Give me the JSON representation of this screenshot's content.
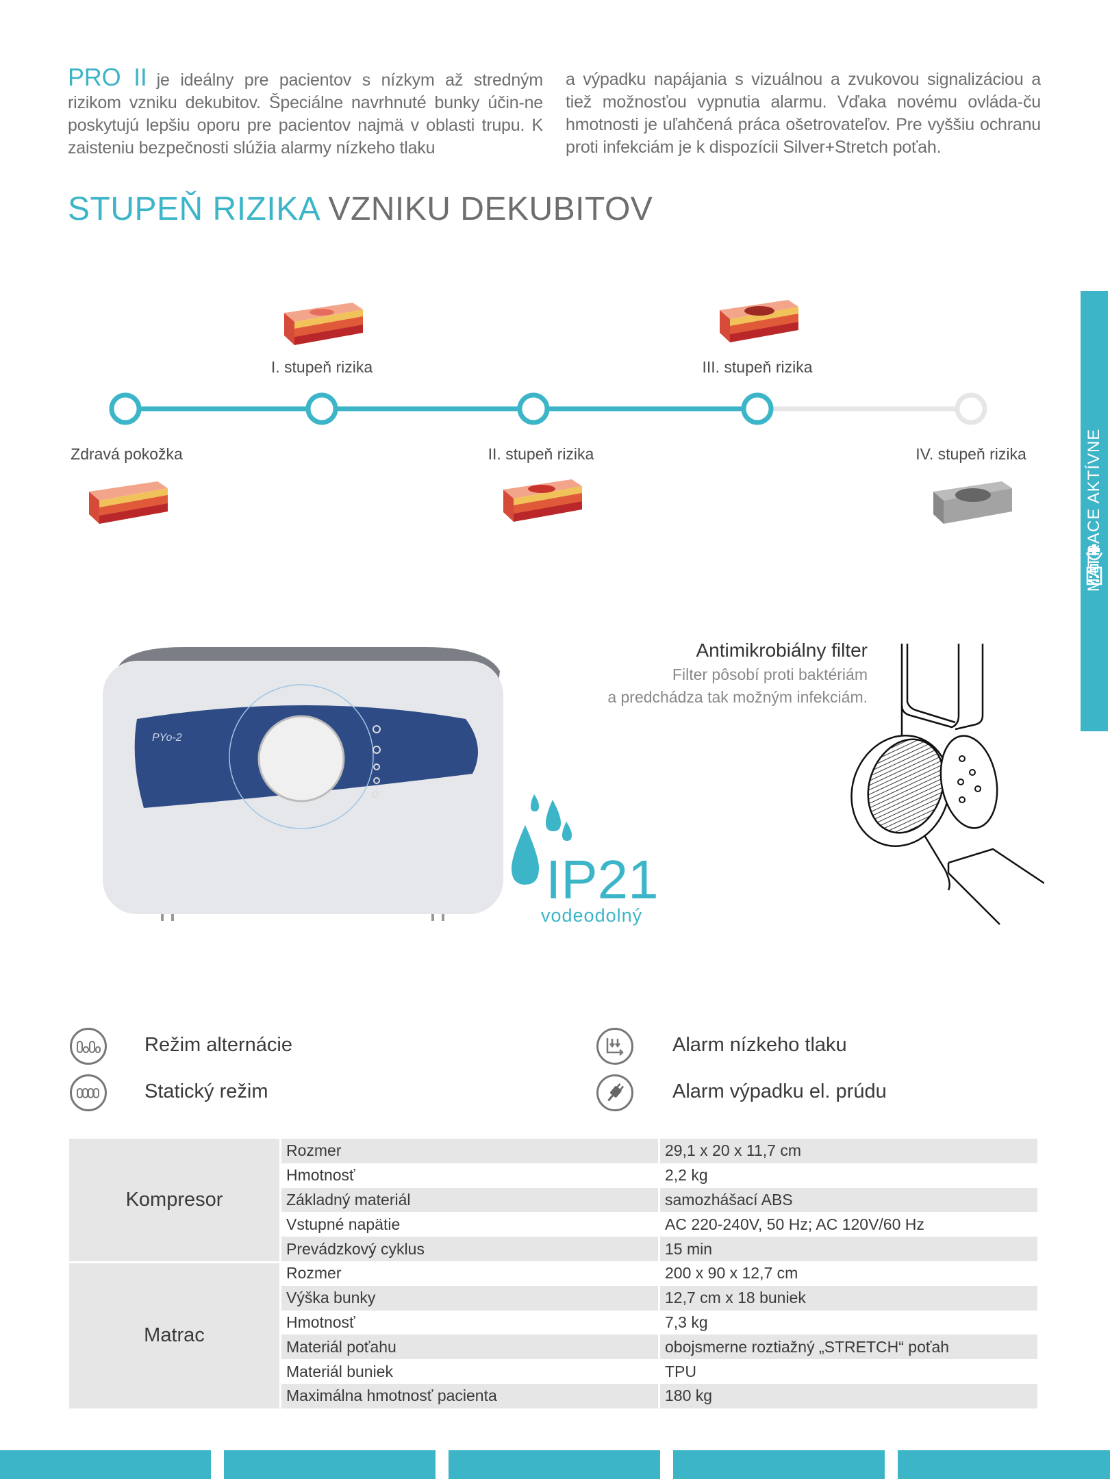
{
  "intro": {
    "brand": "PRO II",
    "col1": "je ideálny pre pacientov s nízkym až stredným rizikom vzniku dekubitov. Špeciálne navrhnuté bunky účin-ne poskytujú lepšiu oporu pre pacientov najmä v oblasti trupu. K zaisteniu bezpečnosti slúžia alarmy nízkeho tlaku",
    "col2": "a výpadku napájania s vizuálnou a zvukovou signalizáciou a tiež možnosťou vypnutia alarmu. Vďaka novému ovláda-ču hmotnosti je uľahčená práca ošetrovateľov. Pre vyššiu ochranu proti infekciám je k dispozícii Silver+Stretch poťah."
  },
  "heading": {
    "accent": "STUPEŇ RIZIKA",
    "rest": "VZNIKU DEKUBITOV"
  },
  "risk_scale": {
    "stages": [
      "Zdravá pokožka",
      "I. stupeň rizika",
      "II. stupeň rizika",
      "III. stupeň rizika",
      "IV. stupeň rizika"
    ],
    "active_stages": 4
  },
  "sidebar": {
    "label": "MATRACE AKTÍVNE"
  },
  "device": {
    "brand": "PYo-2"
  },
  "ip": {
    "code": "IP21",
    "label": "vodeodolný"
  },
  "filter": {
    "title": "Antimikrobiálny filter",
    "line1": "Filter pôsobí proti baktériám",
    "line2": "a predchádza tak možným infekciám."
  },
  "features": [
    {
      "icon": "alternating-cells-icon",
      "label": "Režim alternácie"
    },
    {
      "icon": "static-cells-icon",
      "label": "Statický režim"
    },
    {
      "icon": "low-pressure-icon",
      "label": "Alarm nízkeho tlaku"
    },
    {
      "icon": "power-plug-icon",
      "label": "Alarm výpadku el. prúdu"
    }
  ],
  "specs": {
    "kompresor": {
      "label": "Kompresor",
      "rows": [
        [
          "Rozmer",
          "29,1 x 20 x 11,7 cm"
        ],
        [
          "Hmotnosť",
          "2,2 kg"
        ],
        [
          "Základný materiál",
          "samozhášací ABS"
        ],
        [
          "Vstupné napätie",
          "AC 220-240V, 50 Hz; AC 120V/60 Hz"
        ],
        [
          "Prevádzkový cyklus",
          "15 min"
        ]
      ]
    },
    "matrac": {
      "label": "Matrac",
      "rows": [
        [
          "Rozmer",
          "200 x 90 x 12,7 cm"
        ],
        [
          "Výška bunky",
          "12,7 cm x 18 buniek"
        ],
        [
          "Hmotnosť",
          "7,3 kg"
        ],
        [
          "Materiál poťahu",
          "obojsmerne roztiažný „STRETCH“ poťah"
        ],
        [
          "Materiál buniek",
          "TPU"
        ],
        [
          "Maximálna hmotnosť pacienta",
          "180 kg"
        ]
      ]
    }
  },
  "colors": {
    "accent": "#3db5c8",
    "text": "#6d6e70",
    "row": "#e6e6e7"
  }
}
